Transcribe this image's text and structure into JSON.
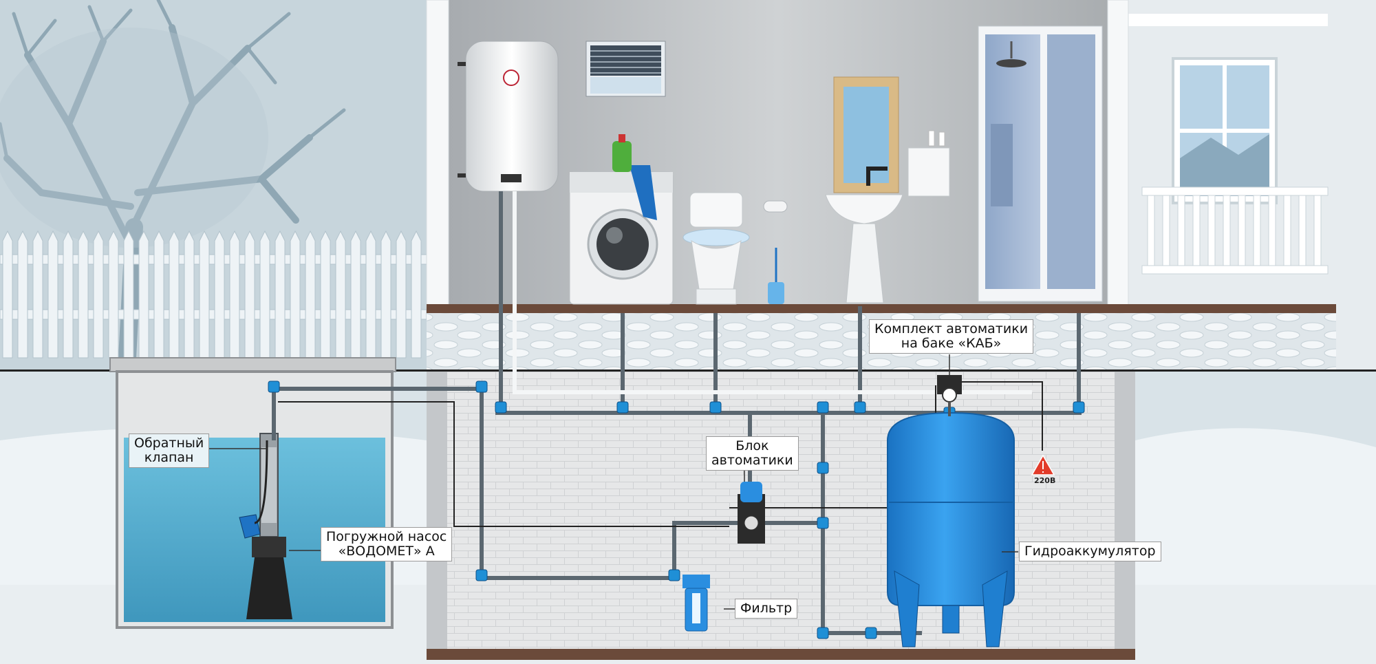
{
  "labels": {
    "check_valve": [
      "Обратный",
      "клапан"
    ],
    "submersible_pump": [
      "Погружной насос",
      "«ВОДОМЕТ» А"
    ],
    "control_unit": [
      "Блок",
      "автоматики"
    ],
    "automation_kit": [
      "Комплект автоматики",
      "на баке «КАБ»"
    ],
    "accumulator": "Гидроаккумулятор",
    "filter": "Фильтр",
    "voltage": "220В"
  },
  "colors": {
    "sky": "#c7d5dc",
    "snow": "#eef3f6",
    "well_water": "#5fb3d3",
    "pipe": "#5b6770",
    "fitting": "#1f8fd6",
    "tank": "#2a8ee0",
    "floor_beam": "#6b4a3a",
    "wall_interior": "#c0c3c6",
    "foundation": "#f2f5f7",
    "warning": "#e23b2a"
  },
  "icons": [
    "tree",
    "fence",
    "water-heater",
    "window-blind",
    "washing-machine",
    "detergent-bottle",
    "toilet",
    "toilet-paper",
    "toilet-brush",
    "mirror",
    "sink",
    "shelf",
    "shower-cabin",
    "house-facade-window",
    "well",
    "submersible-pump",
    "float-switch",
    "control-unit",
    "filter",
    "hydraulic-accumulator",
    "pressure-gauge",
    "warning-icon"
  ]
}
